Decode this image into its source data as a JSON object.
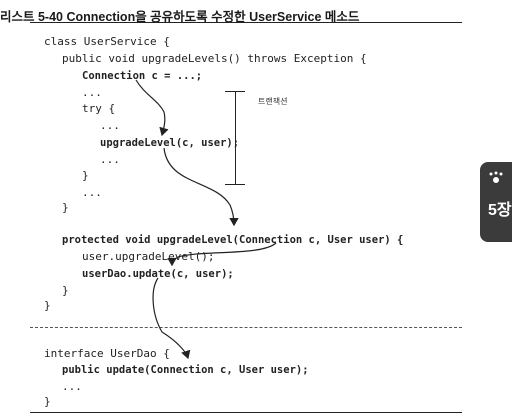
{
  "caption": "리스트 5-40 Connection을 공유하도록 수정한 UserService 메소드",
  "code": {
    "line1": "class UserService {",
    "line2": "public void upgradeLevels() throws Exception {",
    "line3": "Connection c = ...;",
    "line4": "...",
    "line5": "try {",
    "line6": "...",
    "line7": "upgradeLevel(c, user);",
    "line8": "...",
    "line9": "}",
    "line10": "...",
    "line11": "}",
    "line12": "protected void upgradeLevel(Connection c, User user) {",
    "line13": "user.upgradeLevel();",
    "line14": "userDao.update(c, user);",
    "line15": "}",
    "line16": "}",
    "line17": "interface UserDao {",
    "line18": "public update(Connection c, User user);",
    "line19": "...",
    "line20": "}"
  },
  "annotation": {
    "transaction": "트랜잭션"
  },
  "side_tab": {
    "label": "5장",
    "icon": "chapter-icon"
  }
}
